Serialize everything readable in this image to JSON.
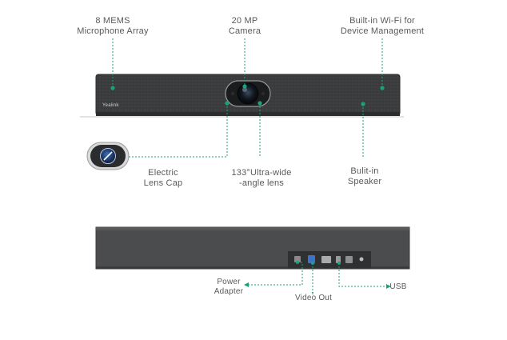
{
  "colors": {
    "accent": "#1aa37a",
    "bar_fabric": "#3b3d3f",
    "bar_back": "#4a4b4d",
    "label_text": "#5a5a5a"
  },
  "device_logo": "Yealink",
  "front_labels": {
    "mic_array": "8 MEMS\nMicrophone Array",
    "camera": "20 MP\nCamera",
    "wifi": "Built-in Wi-Fi for\nDevice Management",
    "lens_cap": "Electric\nLens Cap",
    "lens": "133°Ultra-wide\n-angle lens",
    "speaker": "Bulit-in\nSpeaker"
  },
  "back_labels": {
    "power": "Power\nAdapter",
    "video_out": "Video Out",
    "usb": "USB"
  },
  "icons": {
    "lens_cap": "lens-cap-icon",
    "leader_dot": "leader-dot"
  }
}
